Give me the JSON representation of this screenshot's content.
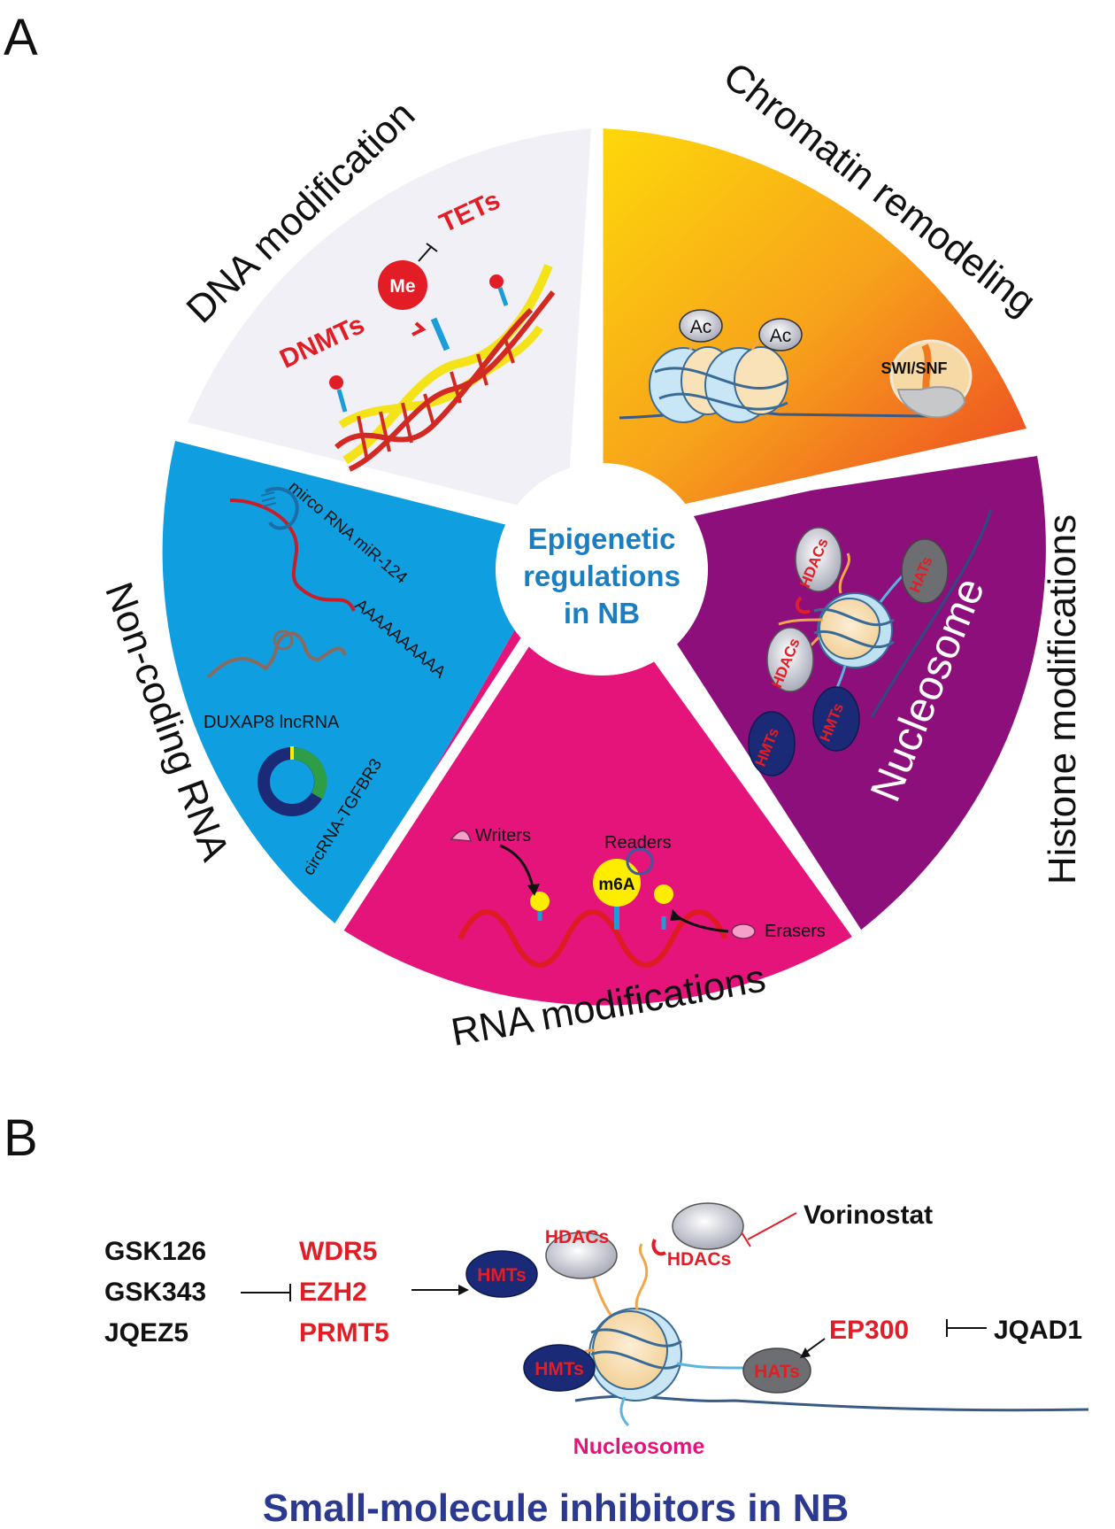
{
  "panel_a": {
    "letter": "A",
    "center": [
      "Epigenetic",
      "regulations",
      "in NB"
    ],
    "sectors": {
      "dna": {
        "title": "DNA modification",
        "tets": "TETs",
        "me": "Me",
        "dnmts": "DNMTs",
        "color": "#f1f0f6"
      },
      "chromatin": {
        "title": "Chromatin remodeling",
        "ac1": "Ac",
        "ac2": "Ac",
        "swi": "SWI/SNF",
        "color_start": "#fdd60a",
        "color_end": "#ee3e24"
      },
      "histone": {
        "title": "Histone modifications",
        "nucleosome": "Nucleosome",
        "hdacs1": "HDACs",
        "hdacs2": "HDACs",
        "hats": "HATs",
        "hmts1": "HMTs",
        "hmts2": "HMTs",
        "color": "#8c0f7c"
      },
      "rna": {
        "title": "RNA modifications",
        "writers": "Writers",
        "readers": "Readers",
        "m6a": "m6A",
        "erasers": "Erasers",
        "color": "#e4147a"
      },
      "ncrna": {
        "title": "Non-coding RNA",
        "mirna": "mirco RNA miR-124",
        "polya": "AAAAAAAAAA",
        "lncrna": "DUXAP8 lncRNA",
        "circrna": "circRNA-TGFBR3",
        "color": "#0f9ee0"
      }
    }
  },
  "panel_b": {
    "letter": "B",
    "inhibitors_left": [
      "GSK126",
      "GSK343",
      "JQEZ5"
    ],
    "targets_left": [
      "WDR5",
      "EZH2",
      "PRMT5"
    ],
    "vorinostat": "Vorinostat",
    "ep300": "EP300",
    "jqad1": "JQAD1",
    "hmts_a": "HMTs",
    "hmts_b": "HMTs",
    "hdacs_a": "HDACs",
    "hdacs_b": "HDACs",
    "hats": "HATs",
    "nucleosome": "Nucleosome",
    "title": "Small-molecule inhibitors in NB",
    "title_color": "#2b3990",
    "red": "#e21d25"
  }
}
